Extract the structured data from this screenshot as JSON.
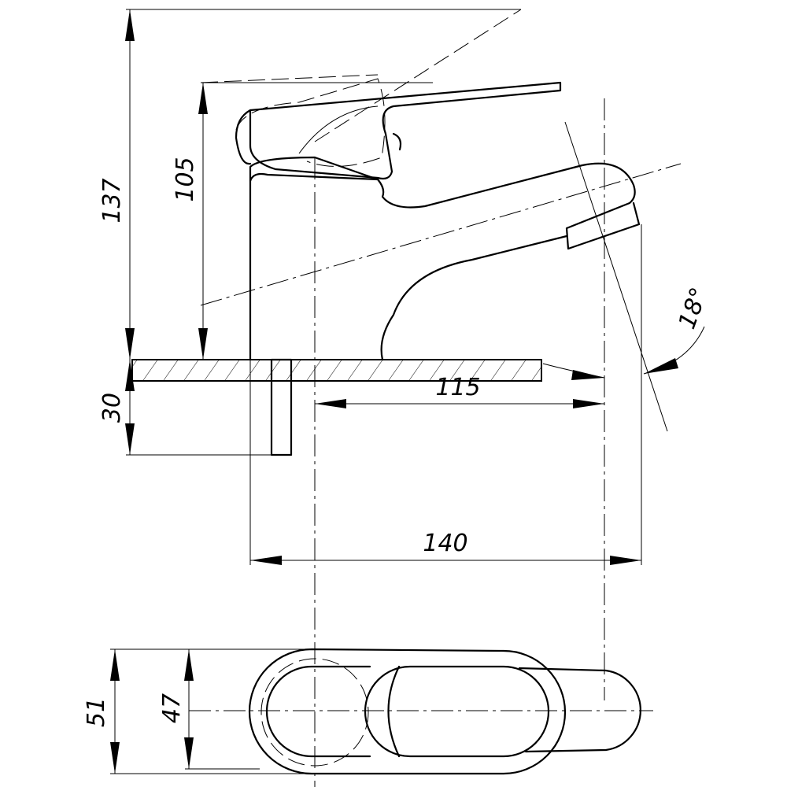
{
  "drawing": {
    "title": "Faucet dimension drawing",
    "dimensions": {
      "total_height": "137",
      "spout_height": "105",
      "base_thickness": "30",
      "reach_115": "115",
      "length_140": "140",
      "spout_angle": "18°",
      "width_51": "51",
      "width_47": "47"
    },
    "line_color": "#000000",
    "background_color": "#ffffff"
  }
}
